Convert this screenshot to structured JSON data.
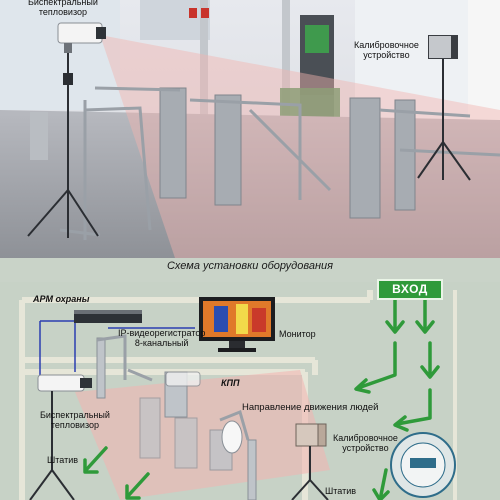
{
  "photo": {
    "thermal_camera_label": "Биспектральный\nтепловизор",
    "calibration_label": "Калибровочное\nустройство"
  },
  "caption": "Схема установки оборудования",
  "scheme": {
    "entry": "ВХОД",
    "security_workstation": "АРМ охраны",
    "recorder_label": "IP-видеорегистратор\n8-канальный",
    "monitor_label": "Монитор",
    "checkpoint": "КПП",
    "direction_label": "Направление движения людей",
    "camera_label": "Биспектральный\nтепловизор",
    "tripod_left": "Штатив",
    "calibration_label": "Калибровочное\nустройство",
    "tripod_right": "Штатив"
  },
  "colors": {
    "accent_green": "#2f9a3a",
    "cone_pink": "#f2b3b0"
  },
  "icons": [
    "thermal-camera-icon",
    "blackbody-calibrator-icon",
    "tripod-icon",
    "monitor-icon",
    "recorder-icon",
    "turnstile-icon",
    "arrow-icon",
    "logo-seal-icon"
  ]
}
